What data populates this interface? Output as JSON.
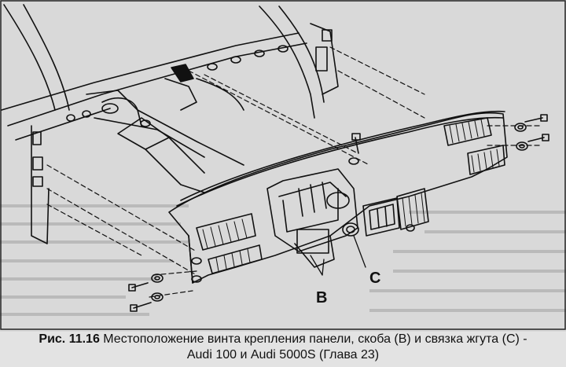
{
  "figure": {
    "callouts": {
      "b": "B",
      "c": "C"
    }
  },
  "caption": {
    "number": "Рис. 11.16",
    "line1": "Местоположение винта крепления панели, скоба (В) и связка жгута (С) -",
    "line2": "Audi 100 и Audi 5000S (Глава 23)"
  }
}
